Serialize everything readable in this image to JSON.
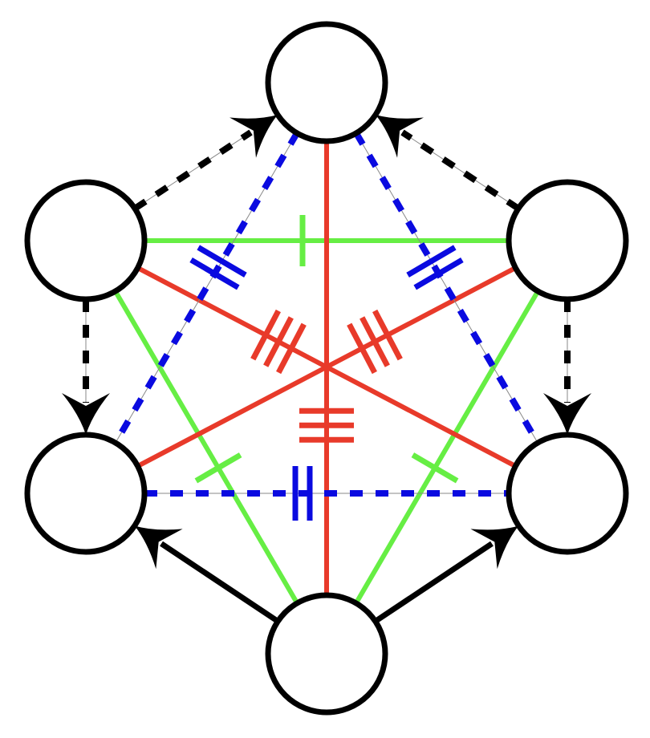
{
  "colors": {
    "node_stroke": "#000000",
    "green": "#66ee44",
    "red": "#e83a2a",
    "blue": "#0a0ae0",
    "black": "#000000",
    "guide": "#888888"
  },
  "nodes": [
    {
      "id": "top"
    },
    {
      "id": "upper-left"
    },
    {
      "id": "upper-right"
    },
    {
      "id": "lower-left"
    },
    {
      "id": "lower-right"
    },
    {
      "id": "bottom"
    }
  ],
  "edges": [
    {
      "from": "upper-left",
      "to": "upper-right",
      "color": "green",
      "style": "solid",
      "ticks": 1,
      "arrow": false
    },
    {
      "from": "upper-left",
      "to": "bottom",
      "color": "green",
      "style": "solid",
      "ticks": 1,
      "arrow": false
    },
    {
      "from": "upper-right",
      "to": "bottom",
      "color": "green",
      "style": "solid",
      "ticks": 1,
      "arrow": false
    },
    {
      "from": "top",
      "to": "bottom",
      "color": "red",
      "style": "solid",
      "ticks": 3,
      "arrow": false
    },
    {
      "from": "upper-left",
      "to": "lower-right",
      "color": "red",
      "style": "solid",
      "ticks": 3,
      "arrow": false
    },
    {
      "from": "upper-right",
      "to": "lower-left",
      "color": "red",
      "style": "solid",
      "ticks": 3,
      "arrow": false
    },
    {
      "from": "top",
      "to": "lower-left",
      "color": "blue",
      "style": "dashed",
      "ticks": 2,
      "arrow": false
    },
    {
      "from": "top",
      "to": "lower-right",
      "color": "blue",
      "style": "dashed",
      "ticks": 2,
      "arrow": false
    },
    {
      "from": "lower-left",
      "to": "lower-right",
      "color": "blue",
      "style": "dashed",
      "ticks": 2,
      "arrow": false
    },
    {
      "from": "upper-left",
      "to": "top",
      "color": "black",
      "style": "dashed",
      "ticks": 0,
      "arrow": true
    },
    {
      "from": "upper-right",
      "to": "top",
      "color": "black",
      "style": "dashed",
      "ticks": 0,
      "arrow": true
    },
    {
      "from": "upper-left",
      "to": "lower-left",
      "color": "black",
      "style": "dashed",
      "ticks": 0,
      "arrow": true
    },
    {
      "from": "upper-right",
      "to": "lower-right",
      "color": "black",
      "style": "dashed",
      "ticks": 0,
      "arrow": true
    },
    {
      "from": "bottom",
      "to": "lower-left",
      "color": "black",
      "style": "solid",
      "ticks": 0,
      "arrow": true
    },
    {
      "from": "bottom",
      "to": "lower-right",
      "color": "black",
      "style": "solid",
      "ticks": 0,
      "arrow": true
    }
  ]
}
